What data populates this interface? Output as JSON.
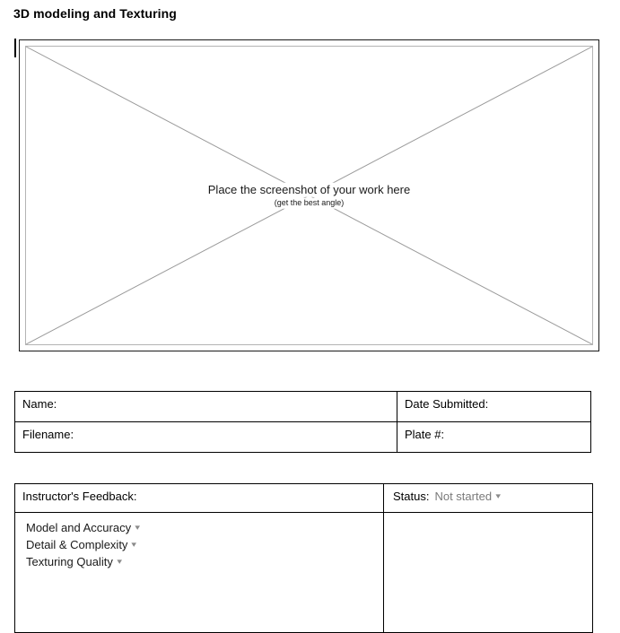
{
  "document": {
    "title": "3D modeling and Texturing"
  },
  "image_placeholder": {
    "main_text": "Place the screenshot of your work here",
    "sub_text": "(get the best angle)"
  },
  "info_table": {
    "rows": [
      {
        "left_label": "Name:",
        "right_label": "Date Submitted:"
      },
      {
        "left_label": "Filename:",
        "right_label": "Plate #:"
      }
    ]
  },
  "feedback_table": {
    "header_label": "Instructor's Feedback:",
    "status": {
      "label": "Status:",
      "value": "Not started",
      "caret": "▾"
    },
    "criteria": [
      {
        "label": "Model and Accuracy",
        "caret": "▾"
      },
      {
        "label": "Detail & Complexity",
        "caret": "▾"
      },
      {
        "label": "Texturing Quality",
        "caret": "▾"
      }
    ]
  },
  "colors": {
    "frame_outer": "#1a1a1a",
    "frame_inner": "#b4b4b4",
    "diagonal_line": "#9a9a9a",
    "table_border": "#000000",
    "status_value": "#7a7a7a",
    "page_background": "#ffffff"
  }
}
